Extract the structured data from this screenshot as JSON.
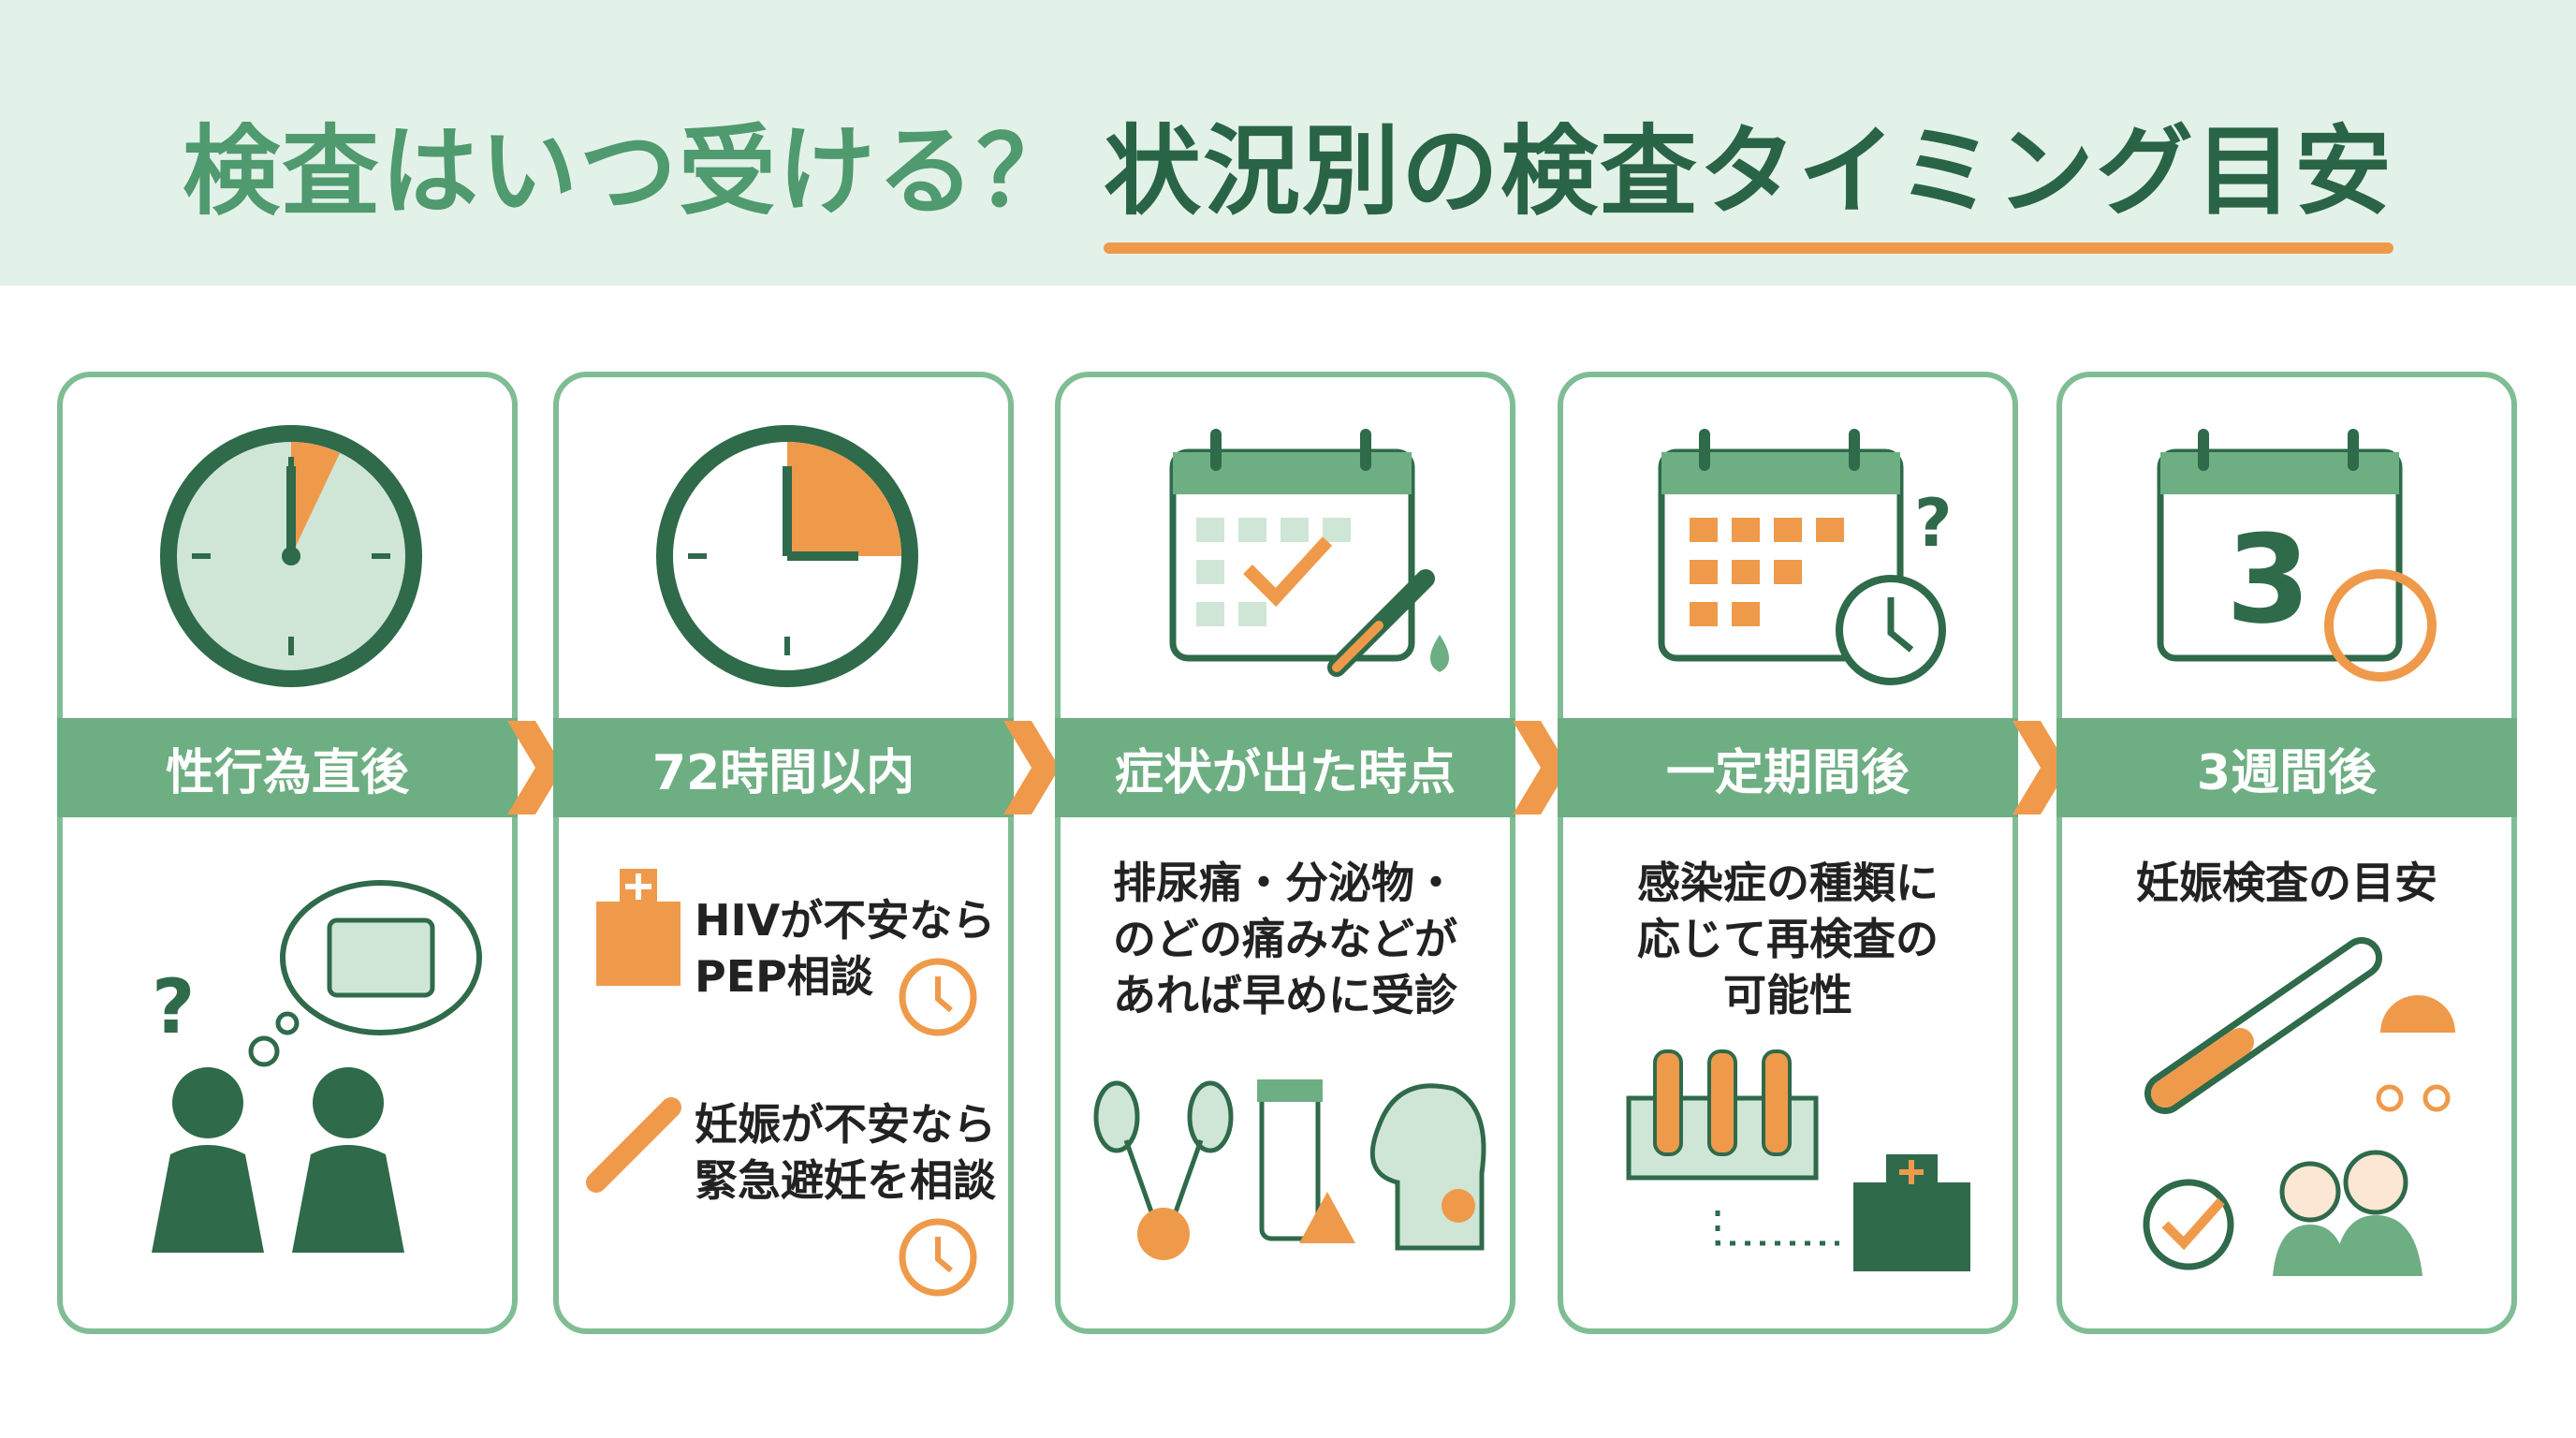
{
  "header": {
    "title_part1": "検査はいつ受ける？",
    "title_part2": "状況別の検査タイミング目安"
  },
  "colors": {
    "dark_green": "#2a6446",
    "green": "#6eae83",
    "light_green": "#cfe6d6",
    "orange": "#ef9a4b",
    "header_bg": "#e3f2e8"
  },
  "cards": [
    {
      "label": "性行為直後",
      "icons": [
        "clock-icon",
        "thought-cloud-icon",
        "question-icon",
        "couple-icon"
      ]
    },
    {
      "label": "72時間以内",
      "items": [
        {
          "line1": "HIVが不安なら",
          "line2": "PEP相談",
          "icons": [
            "hospital-icon",
            "clock-icon"
          ]
        },
        {
          "line1": "妊娠が不安なら",
          "line2": "緊急避妊を相談",
          "icons": [
            "test-stick-icon",
            "clock-icon"
          ]
        }
      ]
    },
    {
      "label": "症状が出た時点",
      "lines": [
        "排尿痛・分泌物・",
        "のどの痛みなどが",
        "あれば早めに受診"
      ],
      "icons": [
        "calendar-check-icon",
        "thermometer-icon",
        "urinary-icon",
        "sample-tube-icon",
        "warning-icon",
        "throat-icon"
      ]
    },
    {
      "label": "一定期間後",
      "lines": [
        "感染症の種類に",
        "応じて再検査の",
        "可能性"
      ],
      "icons": [
        "calendar-question-icon",
        "clock-icon",
        "test-tube-rack-icon",
        "hospital-icon"
      ]
    },
    {
      "label": "3週間後",
      "calendar_number": "3",
      "lines": [
        "妊娠検査の目安"
      ],
      "icons": [
        "calendar-icon",
        "pregnancy-test-icon",
        "stroller-icon",
        "check-icon",
        "couple-icon"
      ]
    }
  ]
}
